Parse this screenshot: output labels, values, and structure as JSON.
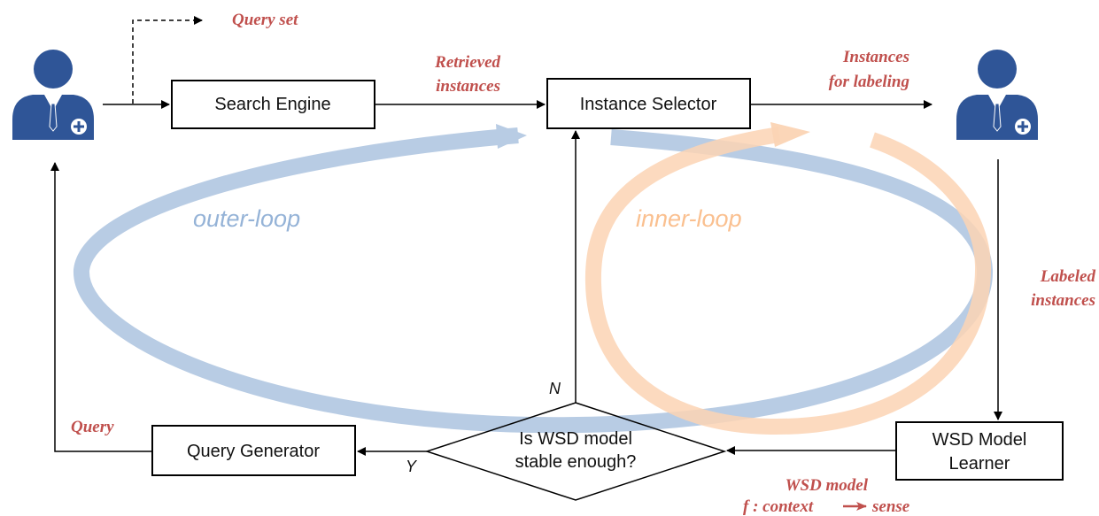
{
  "nodes": {
    "search_engine": "Search Engine",
    "instance_selector": "Instance Selector",
    "query_generator": "Query Generator",
    "wsd_learner_line1": "WSD Model",
    "wsd_learner_line2": "Learner",
    "decision_line1": "Is WSD model",
    "decision_line2": "stable enough?"
  },
  "edge_labels": {
    "query_set": "Query set",
    "retrieved_line1": "Retrieved",
    "retrieved_line2": "instances",
    "instances_labeling_line1": "Instances",
    "instances_labeling_line2": "for labeling",
    "labeled_line1": "Labeled",
    "labeled_line2": "instances",
    "query": "Query",
    "wsd_model_line1": "WSD model",
    "wsd_model_line2": "f : context",
    "wsd_model_line2_end": "sense",
    "no": "N",
    "yes": "Y"
  },
  "loops": {
    "outer": "outer-loop",
    "inner": "inner-loop"
  },
  "colors": {
    "outer_loop": "#b8cce4",
    "inner_loop": "#fbd4b4",
    "label_red": "#c0504d",
    "user_icon": "#2f5597"
  },
  "icons": {
    "left_user": "doctor-user-icon",
    "right_user": "doctor-user-icon"
  }
}
